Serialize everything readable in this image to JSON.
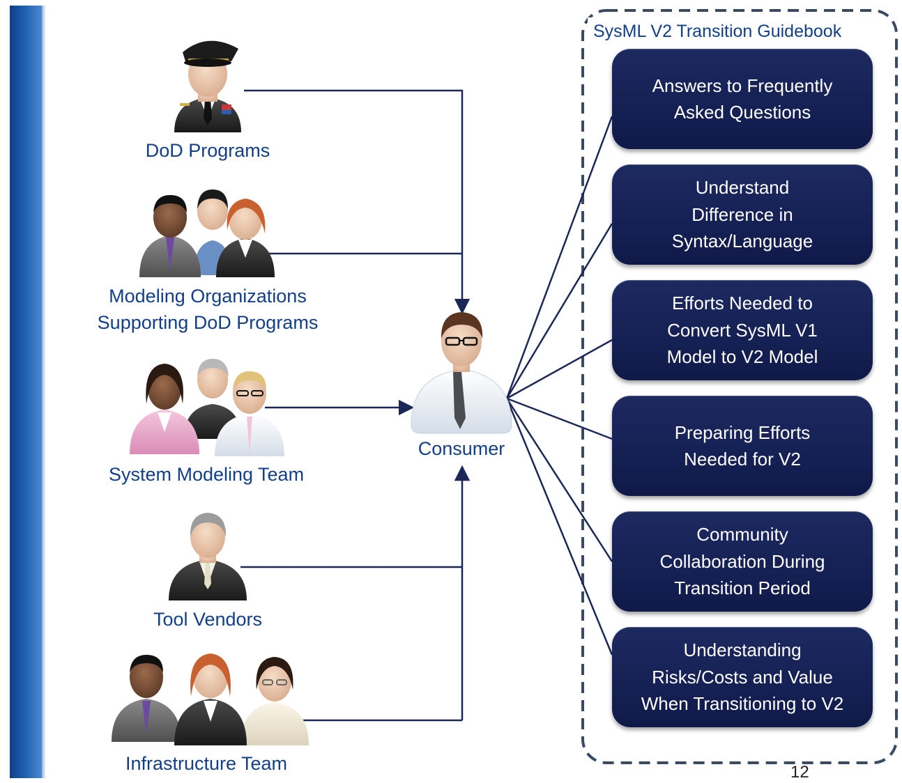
{
  "stakeholders": [
    {
      "id": "dod",
      "label": "DoD Programs"
    },
    {
      "id": "modeling-orgs",
      "label": "Modeling Organizations\nSupporting DoD Programs"
    },
    {
      "id": "system-team",
      "label": "System Modeling Team"
    },
    {
      "id": "tool-vendors",
      "label": "Tool Vendors"
    },
    {
      "id": "infra-team",
      "label": "Infrastructure Team"
    }
  ],
  "consumer": {
    "label": "Consumer"
  },
  "guidebook": {
    "title": "SysML V2 Transition Guidebook",
    "items": [
      "Answers to Frequently\nAsked Questions",
      "Understand\nDifference in\nSyntax/Language",
      "Efforts Needed to\nConvert SysML V1\nModel to V2 Model",
      "Preparing Efforts\nNeeded for V2",
      "Community\nCollaboration During\nTransition Period",
      "Understanding\nRisks/Costs and Value\nWhen Transitioning to V2"
    ]
  },
  "page_number": "12",
  "colors": {
    "accent": "#123f8a",
    "box": "#152054",
    "line": "#1b2757",
    "sidebar": "#1f5fb0"
  }
}
